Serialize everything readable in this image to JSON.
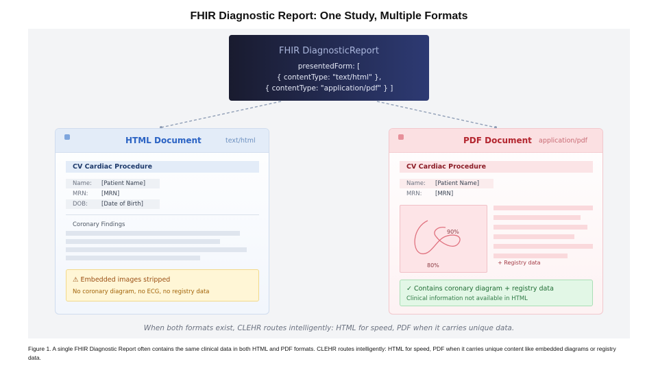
{
  "title": "FHIR Diagnostic Report: One Study, Multiple Formats",
  "fhir": {
    "title": "FHIR DiagnosticReport",
    "lines": [
      "presentedForm: [",
      "{ contentType: \"text/html\" },",
      "{ contentType: \"application/pdf\" } ]"
    ]
  },
  "html_doc": {
    "title": "HTML Document",
    "type": "text/html",
    "procedure": "CV Cardiac Procedure",
    "fields": [
      {
        "label": "Name:",
        "value": "[Patient Name]"
      },
      {
        "label": "MRN:",
        "value": "[MRN]"
      },
      {
        "label": "DOB:",
        "value": "[Date of Birth]"
      }
    ],
    "findings_label": "Coronary Findings",
    "warning": {
      "title": "⚠ Embedded images stripped",
      "subtitle": "No coronary diagram, no ECG, no registry data"
    }
  },
  "pdf_doc": {
    "title": "PDF Document",
    "type": "application/pdf",
    "procedure": "CV Cardiac Procedure",
    "fields": [
      {
        "label": "Name:",
        "value": "[Patient Name]"
      },
      {
        "label": "MRN:",
        "value": "[MRN]"
      }
    ],
    "diagram_labels": [
      "90%",
      "80%"
    ],
    "registry_label": "+ Registry data",
    "success": {
      "title": "✓ Contains coronary diagram + registry data",
      "subtitle": "Clinical information not available in HTML"
    }
  },
  "panel_caption": "When both formats exist, CLEHR routes intelligently: HTML for speed, PDF when it carries unique data.",
  "figure_caption": "Figure 1. A single FHIR Diagnostic Report often contains the same clinical data in both HTML and PDF formats. CLEHR routes intelligently: HTML for speed, PDF when it carries unique content like embedded diagrams or registry data.",
  "colors": {
    "fhir_bg_start": "#191b2f",
    "fhir_bg_end": "#2d3a73",
    "html_accent": "#2b63c4",
    "pdf_accent": "#b3262f",
    "warning_bg": "#fff6d6",
    "success_bg": "#e2f7e6"
  }
}
